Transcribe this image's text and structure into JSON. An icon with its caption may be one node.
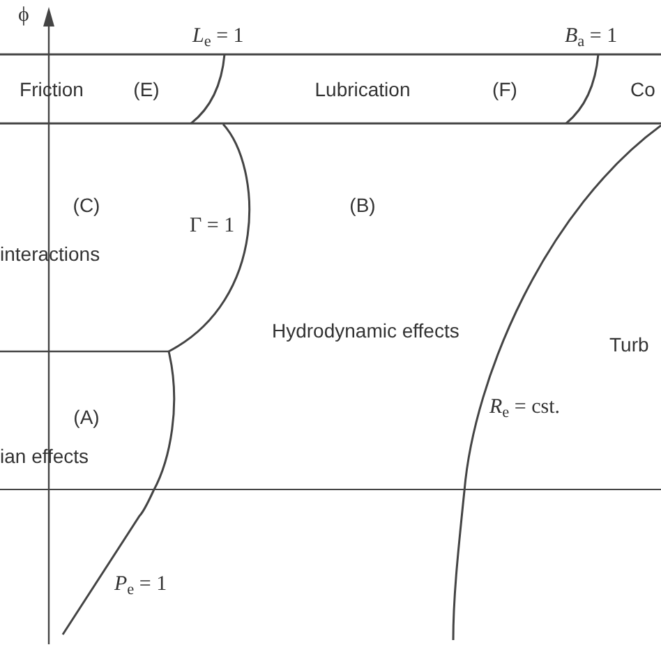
{
  "diagram": {
    "labels": [
      "ϕ",
      "*L*$_{e}$ = 1",
      "*B*$_{a}$ = 1",
      "Friction",
      "(E)",
      "Lubrication",
      "(F)",
      "Co",
      "(C)",
      "Γ = 1",
      "(B)",
      "interactions",
      "Hydrodynamic effects",
      "Turb",
      "(A)",
      "*R*$_{e}$ = cst.",
      "ian effects",
      "*P*$_{e}$ = 1"
    ]
  }
}
